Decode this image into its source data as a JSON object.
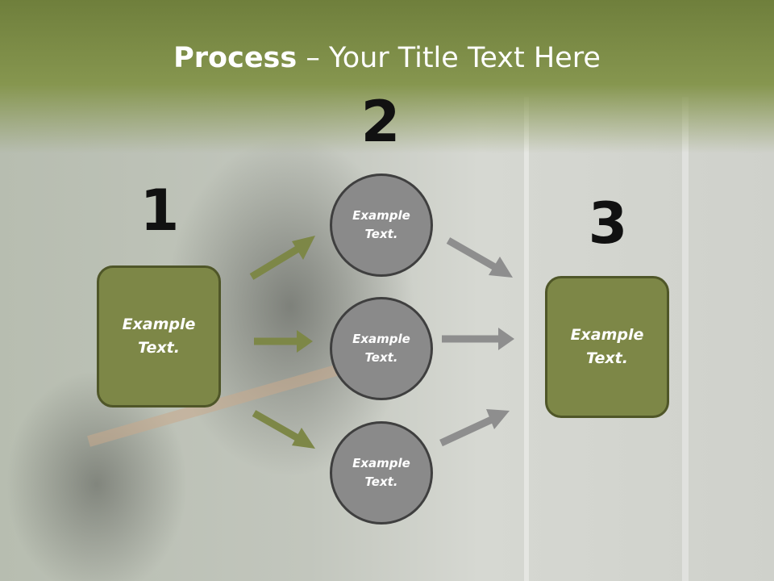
{
  "title": {
    "bold": "Process",
    "rest": " – Your Title Text Here"
  },
  "numbers": {
    "n1": "1",
    "n2": "2",
    "n3": "3"
  },
  "nodes": {
    "left_box": "Example Text.",
    "circle_top": "Example Text.",
    "circle_middle": "Example Text.",
    "circle_bottom": "Example Text.",
    "right_box": "Example Text."
  },
  "colors": {
    "header": "#86964f",
    "box_fill": "#7d8747",
    "left_arrows": "#7d8747",
    "circle_fill": "#8a8a8a",
    "right_arrows": "#8e8e8e"
  }
}
